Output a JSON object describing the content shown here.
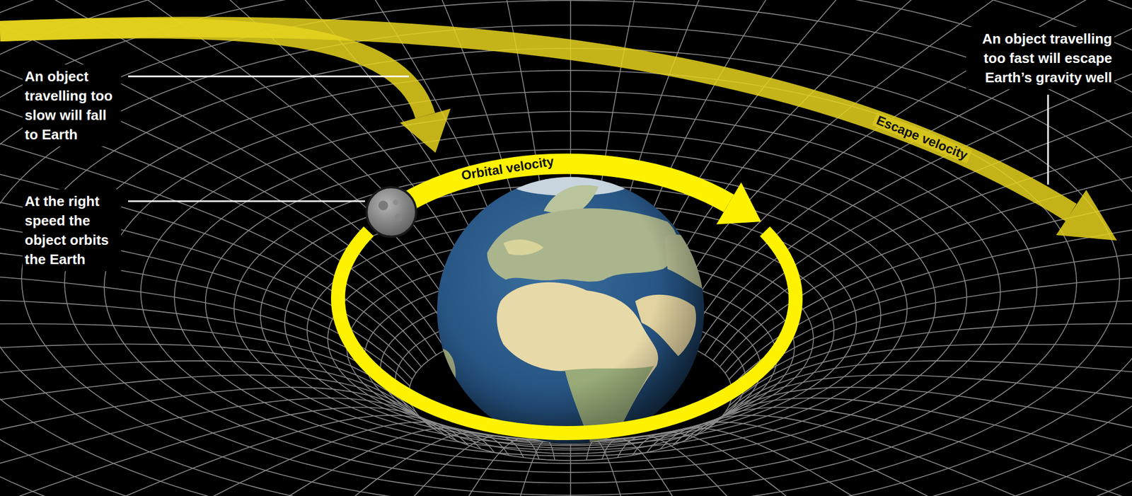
{
  "diagram": {
    "labels": [
      "An object travelling too fast will escape Earth’s gravity well",
      "An object travelling too slow will fall to Earth",
      "Escape velocity",
      "Orbital velocity",
      "At the right speed the object orbits the Earth"
    ]
  }
}
